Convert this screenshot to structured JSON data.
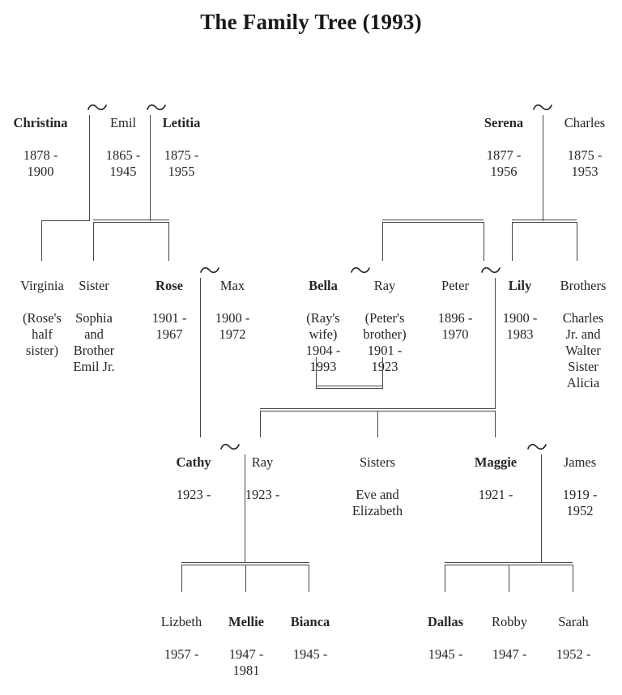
{
  "title": "The Family Tree (1993)",
  "marriage_symbol": "marriage-link",
  "colors": {
    "ink": "#231f20",
    "rule": "#4a4546",
    "background": "#ffffff"
  },
  "generations": [
    {
      "id": "generation-1",
      "people": [
        {
          "id": "christina",
          "name": "Christina",
          "dates": "1878 -\n1900",
          "bold": false
        },
        {
          "id": "emil",
          "name": "Emil",
          "dates": "1865 -\n1945",
          "bold": false
        },
        {
          "id": "letitia",
          "name": "Letitia",
          "dates": "1875 -\n1955",
          "bold": true
        },
        {
          "id": "serena",
          "name": "Serena",
          "dates": "1877 -\n1956",
          "bold": true
        },
        {
          "id": "charles",
          "name": "Charles",
          "dates": "1875 -\n1953",
          "bold": false
        }
      ]
    },
    {
      "id": "generation-2",
      "people": [
        {
          "id": "virginia",
          "name": "Virginia",
          "dates": "(Rose's\nhalf\nsister)",
          "bold": false
        },
        {
          "id": "sophia-emil-jr",
          "name": "Sister",
          "dates": "Sophia\nand\nBrother\nEmil Jr.",
          "bold": false
        },
        {
          "id": "rose",
          "name": "Rose",
          "dates": "1901 -\n1967",
          "bold": true
        },
        {
          "id": "max",
          "name": "Max",
          "dates": "1900 -\n1972",
          "bold": false
        },
        {
          "id": "bella",
          "name": "Bella",
          "dates": "(Ray's\nwife)\n1904 -\n1993",
          "bold": true
        },
        {
          "id": "ray-sr",
          "name": "Ray",
          "dates": "(Peter's\nbrother)\n1901 -\n1923",
          "bold": false
        },
        {
          "id": "peter",
          "name": "Peter",
          "dates": "1896 -\n1970",
          "bold": false
        },
        {
          "id": "lily",
          "name": "Lily",
          "dates": "1900 -\n1983",
          "bold": true
        },
        {
          "id": "brothers-sister",
          "name": "Brothers",
          "dates": "Charles\nJr. and\nWalter\nSister\nAlicia",
          "bold": false
        }
      ]
    },
    {
      "id": "generation-3",
      "people": [
        {
          "id": "cathy",
          "name": "Cathy",
          "dates": "1923 -",
          "bold": true
        },
        {
          "id": "ray-jr",
          "name": "Ray",
          "dates": "1923 -",
          "bold": false
        },
        {
          "id": "eve-elizabeth",
          "name": "Sisters",
          "dates": "Eve and\nElizabeth",
          "bold": false
        },
        {
          "id": "maggie",
          "name": "Maggie",
          "dates": "1921 -",
          "bold": true
        },
        {
          "id": "james",
          "name": "James",
          "dates": "1919 -\n1952",
          "bold": false
        }
      ]
    },
    {
      "id": "generation-4",
      "people": [
        {
          "id": "lizbeth",
          "name": "Lizbeth",
          "dates": "1957 -",
          "bold": false
        },
        {
          "id": "mellie",
          "name": "Mellie",
          "dates": "1947 -\n1981",
          "bold": true
        },
        {
          "id": "bianca",
          "name": "Bianca",
          "dates": "1945 -",
          "bold": true
        },
        {
          "id": "dallas",
          "name": "Dallas",
          "dates": "1945 -",
          "bold": true
        },
        {
          "id": "robby",
          "name": "Robby",
          "dates": "1947 -",
          "bold": false
        },
        {
          "id": "sarah",
          "name": "Sarah",
          "dates": "1952 -",
          "bold": false
        }
      ]
    }
  ],
  "marriages": [
    {
      "id": "christina-emil",
      "left": "christina",
      "right": "emil"
    },
    {
      "id": "emil-letitia",
      "left": "emil",
      "right": "letitia"
    },
    {
      "id": "serena-charles",
      "left": "serena",
      "right": "charles"
    },
    {
      "id": "rose-max",
      "left": "rose",
      "right": "max"
    },
    {
      "id": "bella-ray",
      "left": "bella",
      "right": "ray-sr"
    },
    {
      "id": "peter-lily",
      "left": "peter",
      "right": "lily"
    },
    {
      "id": "cathy-ray",
      "left": "cathy",
      "right": "ray-jr"
    },
    {
      "id": "maggie-james",
      "left": "maggie",
      "right": "james"
    }
  ]
}
